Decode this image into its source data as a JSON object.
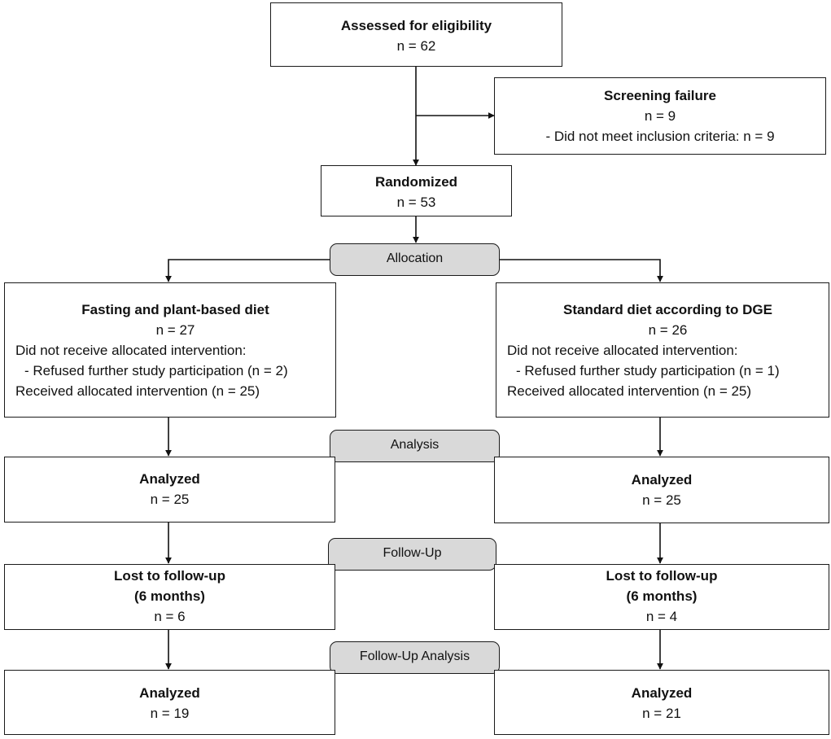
{
  "colors": {
    "box_border": "#1a1a1a",
    "phase_fill": "#d9d9d9",
    "arrow": "#111111"
  },
  "enrollment": {
    "assessed": {
      "title": "Assessed for eligibility",
      "count": "n = 62"
    },
    "screening_failure": {
      "title": "Screening failure",
      "count": "n = 9",
      "reason": "- Did not meet inclusion criteria: n = 9"
    },
    "randomized": {
      "title": "Randomized",
      "count": "n = 53"
    }
  },
  "phases": {
    "allocation": "Allocation",
    "analysis": "Analysis",
    "followup": "Follow-Up",
    "followup_analysis": "Follow-Up Analysis"
  },
  "left_arm": {
    "allocation": {
      "title": "Fasting and plant-based diet",
      "count": "n = 27",
      "not_received": "Did not receive allocated intervention:",
      "refused": "- Refused  further study participation (n = 2)",
      "received": "Received allocated intervention (n = 25)"
    },
    "analyzed": {
      "title": "Analyzed",
      "count": "n = 25"
    },
    "lost": {
      "title": "Lost to follow-up",
      "period": "(6 months)",
      "count": "n = 6"
    },
    "followup_analyzed": {
      "title": "Analyzed",
      "count": "n = 19"
    }
  },
  "right_arm": {
    "allocation": {
      "title": "Standard diet according to DGE",
      "count": "n = 26",
      "not_received": "Did not receive allocated intervention:",
      "refused": "- Refused  further study participation (n = 1)",
      "received": "Received allocated intervention (n = 25)"
    },
    "analyzed": {
      "title": "Analyzed",
      "count": "n = 25"
    },
    "lost": {
      "title": "Lost to follow-up",
      "period": "(6 months)",
      "count": "n = 4"
    },
    "followup_analyzed": {
      "title": "Analyzed",
      "count": "n = 21"
    }
  }
}
